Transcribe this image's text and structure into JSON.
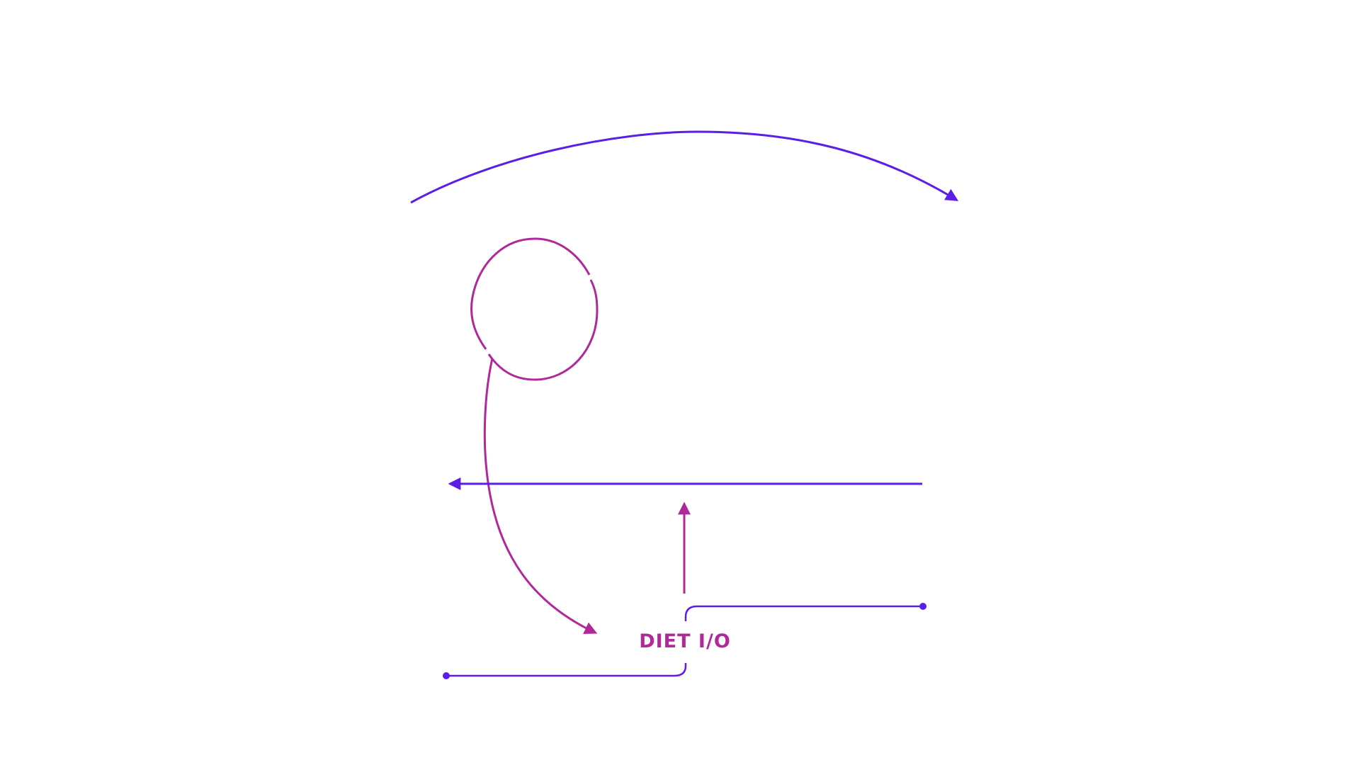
{
  "diagram": {
    "label": "DIET I/O",
    "colors": {
      "blue": "#5b1ee6",
      "magenta": "#b0289a",
      "background": "#ffffff"
    },
    "edges": [
      {
        "name": "top-arc-arrow",
        "color": "blue",
        "direction": "left-to-right",
        "shape": "arc"
      },
      {
        "name": "loop-circle",
        "color": "magenta",
        "shape": "self-loop"
      },
      {
        "name": "loop-to-label-arrow",
        "color": "magenta",
        "shape": "curve"
      },
      {
        "name": "horizontal-arrow",
        "color": "blue",
        "direction": "right-to-left",
        "shape": "line"
      },
      {
        "name": "up-arrow",
        "color": "magenta",
        "direction": "up",
        "shape": "line"
      },
      {
        "name": "right-connector",
        "color": "blue",
        "shape": "elbow",
        "endpoint": "dot"
      },
      {
        "name": "left-connector",
        "color": "blue",
        "shape": "elbow",
        "endpoint": "dot"
      }
    ]
  }
}
